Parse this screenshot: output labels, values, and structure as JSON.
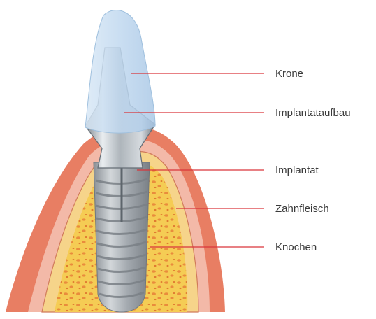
{
  "labels": {
    "krone": "Krone",
    "implantataufbau": "Implantataufbau",
    "implantat": "Implantat",
    "zahnfleisch": "Zahnfleisch",
    "knochen": "Knochen"
  },
  "colors": {
    "leader_line": "#d9343a",
    "label_text": "#3a3a3a",
    "gum_outer": "#e87e63",
    "gum_inner": "#f3b9a8",
    "bone_cortex": "#f6d48a",
    "bone_marrow": "#f4c94a",
    "bone_spots": "#e98c3c",
    "crown": "#c8ddf0",
    "metal": "#b8bec4"
  }
}
